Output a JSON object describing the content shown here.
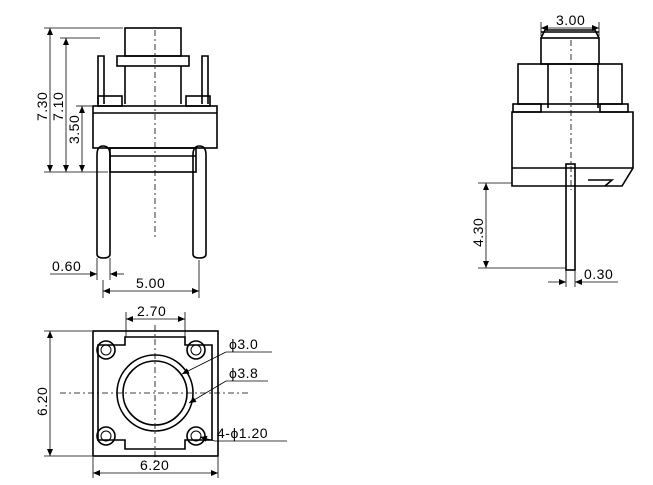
{
  "front_view": {
    "dim_total_height": "7.30",
    "dim_body_height": "7.10",
    "dim_lower_height": "3.50",
    "dim_pin_width": "0.60",
    "dim_pin_pitch": "5.00"
  },
  "side_view": {
    "dim_actuator_width": "3.00",
    "dim_pin_length": "4.30",
    "dim_pin_thickness": "0.30"
  },
  "top_view": {
    "dim_body_height": "6.20",
    "dim_body_width": "6.20",
    "dim_inner_width": "2.70",
    "dim_actuator_dia": "ϕ3.0",
    "dim_ring_dia": "ϕ3.8",
    "dim_hole_dia": "4-ϕ1.20"
  }
}
